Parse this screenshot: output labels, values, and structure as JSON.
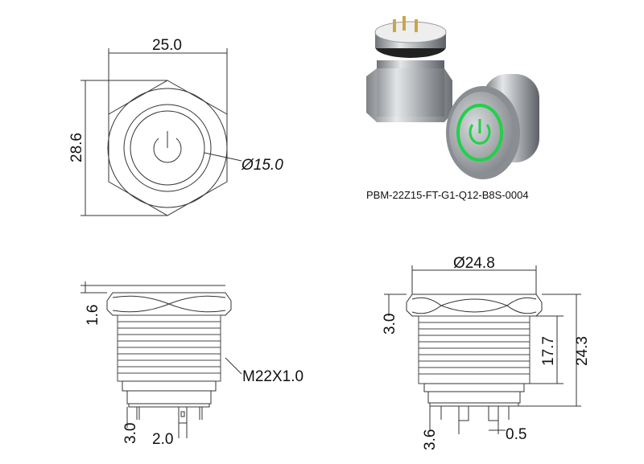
{
  "part_number": "PBM-22Z15-FT-G1-Q12-B8S-0004",
  "top_view": {
    "width": "25.0",
    "height": "28.6",
    "diameter": "Ø15.0"
  },
  "side_view_left": {
    "flange": "1.6",
    "thread": "M22X1.0",
    "pin_length": "3.0",
    "pin_spacing": "2.0"
  },
  "side_view_right": {
    "diameter": "Ø24.8",
    "flange": "3.0",
    "body": "17.7",
    "total": "24.3",
    "pin_length": "3.6",
    "pin_thickness": "0.5"
  },
  "colors": {
    "led": "#22d04a",
    "line": "#333333",
    "metal": "#b9bcbf"
  }
}
